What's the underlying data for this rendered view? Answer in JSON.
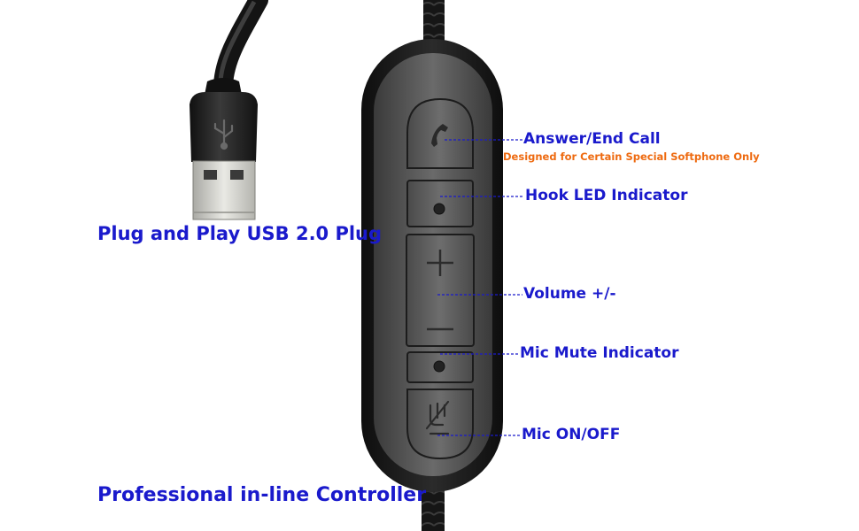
{
  "labels": {
    "usb_plug": "Plug and Play USB 2.0 Plug",
    "controller": "Professional in-line Controller"
  },
  "callouts": {
    "answer_end_call": "Answer/End Call",
    "softphone_note": "Designed for Certain Special Softphone Only",
    "hook_led": "Hook LED Indicator",
    "volume": "Volume +/-",
    "mic_mute": "Mic Mute Indicator",
    "mic_on_off": "Mic ON/OFF"
  },
  "colors": {
    "label_blue": "#1a1acc",
    "note_orange": "#ee6a10",
    "controller_body": "#1e1e1e",
    "button_face": "#585858"
  },
  "icons": {
    "answer_button": "phone-handset-icon",
    "volume_up": "plus-icon",
    "volume_down": "minus-icon",
    "mic_button": "mic-mute-icon",
    "led": "led-dot-icon"
  }
}
